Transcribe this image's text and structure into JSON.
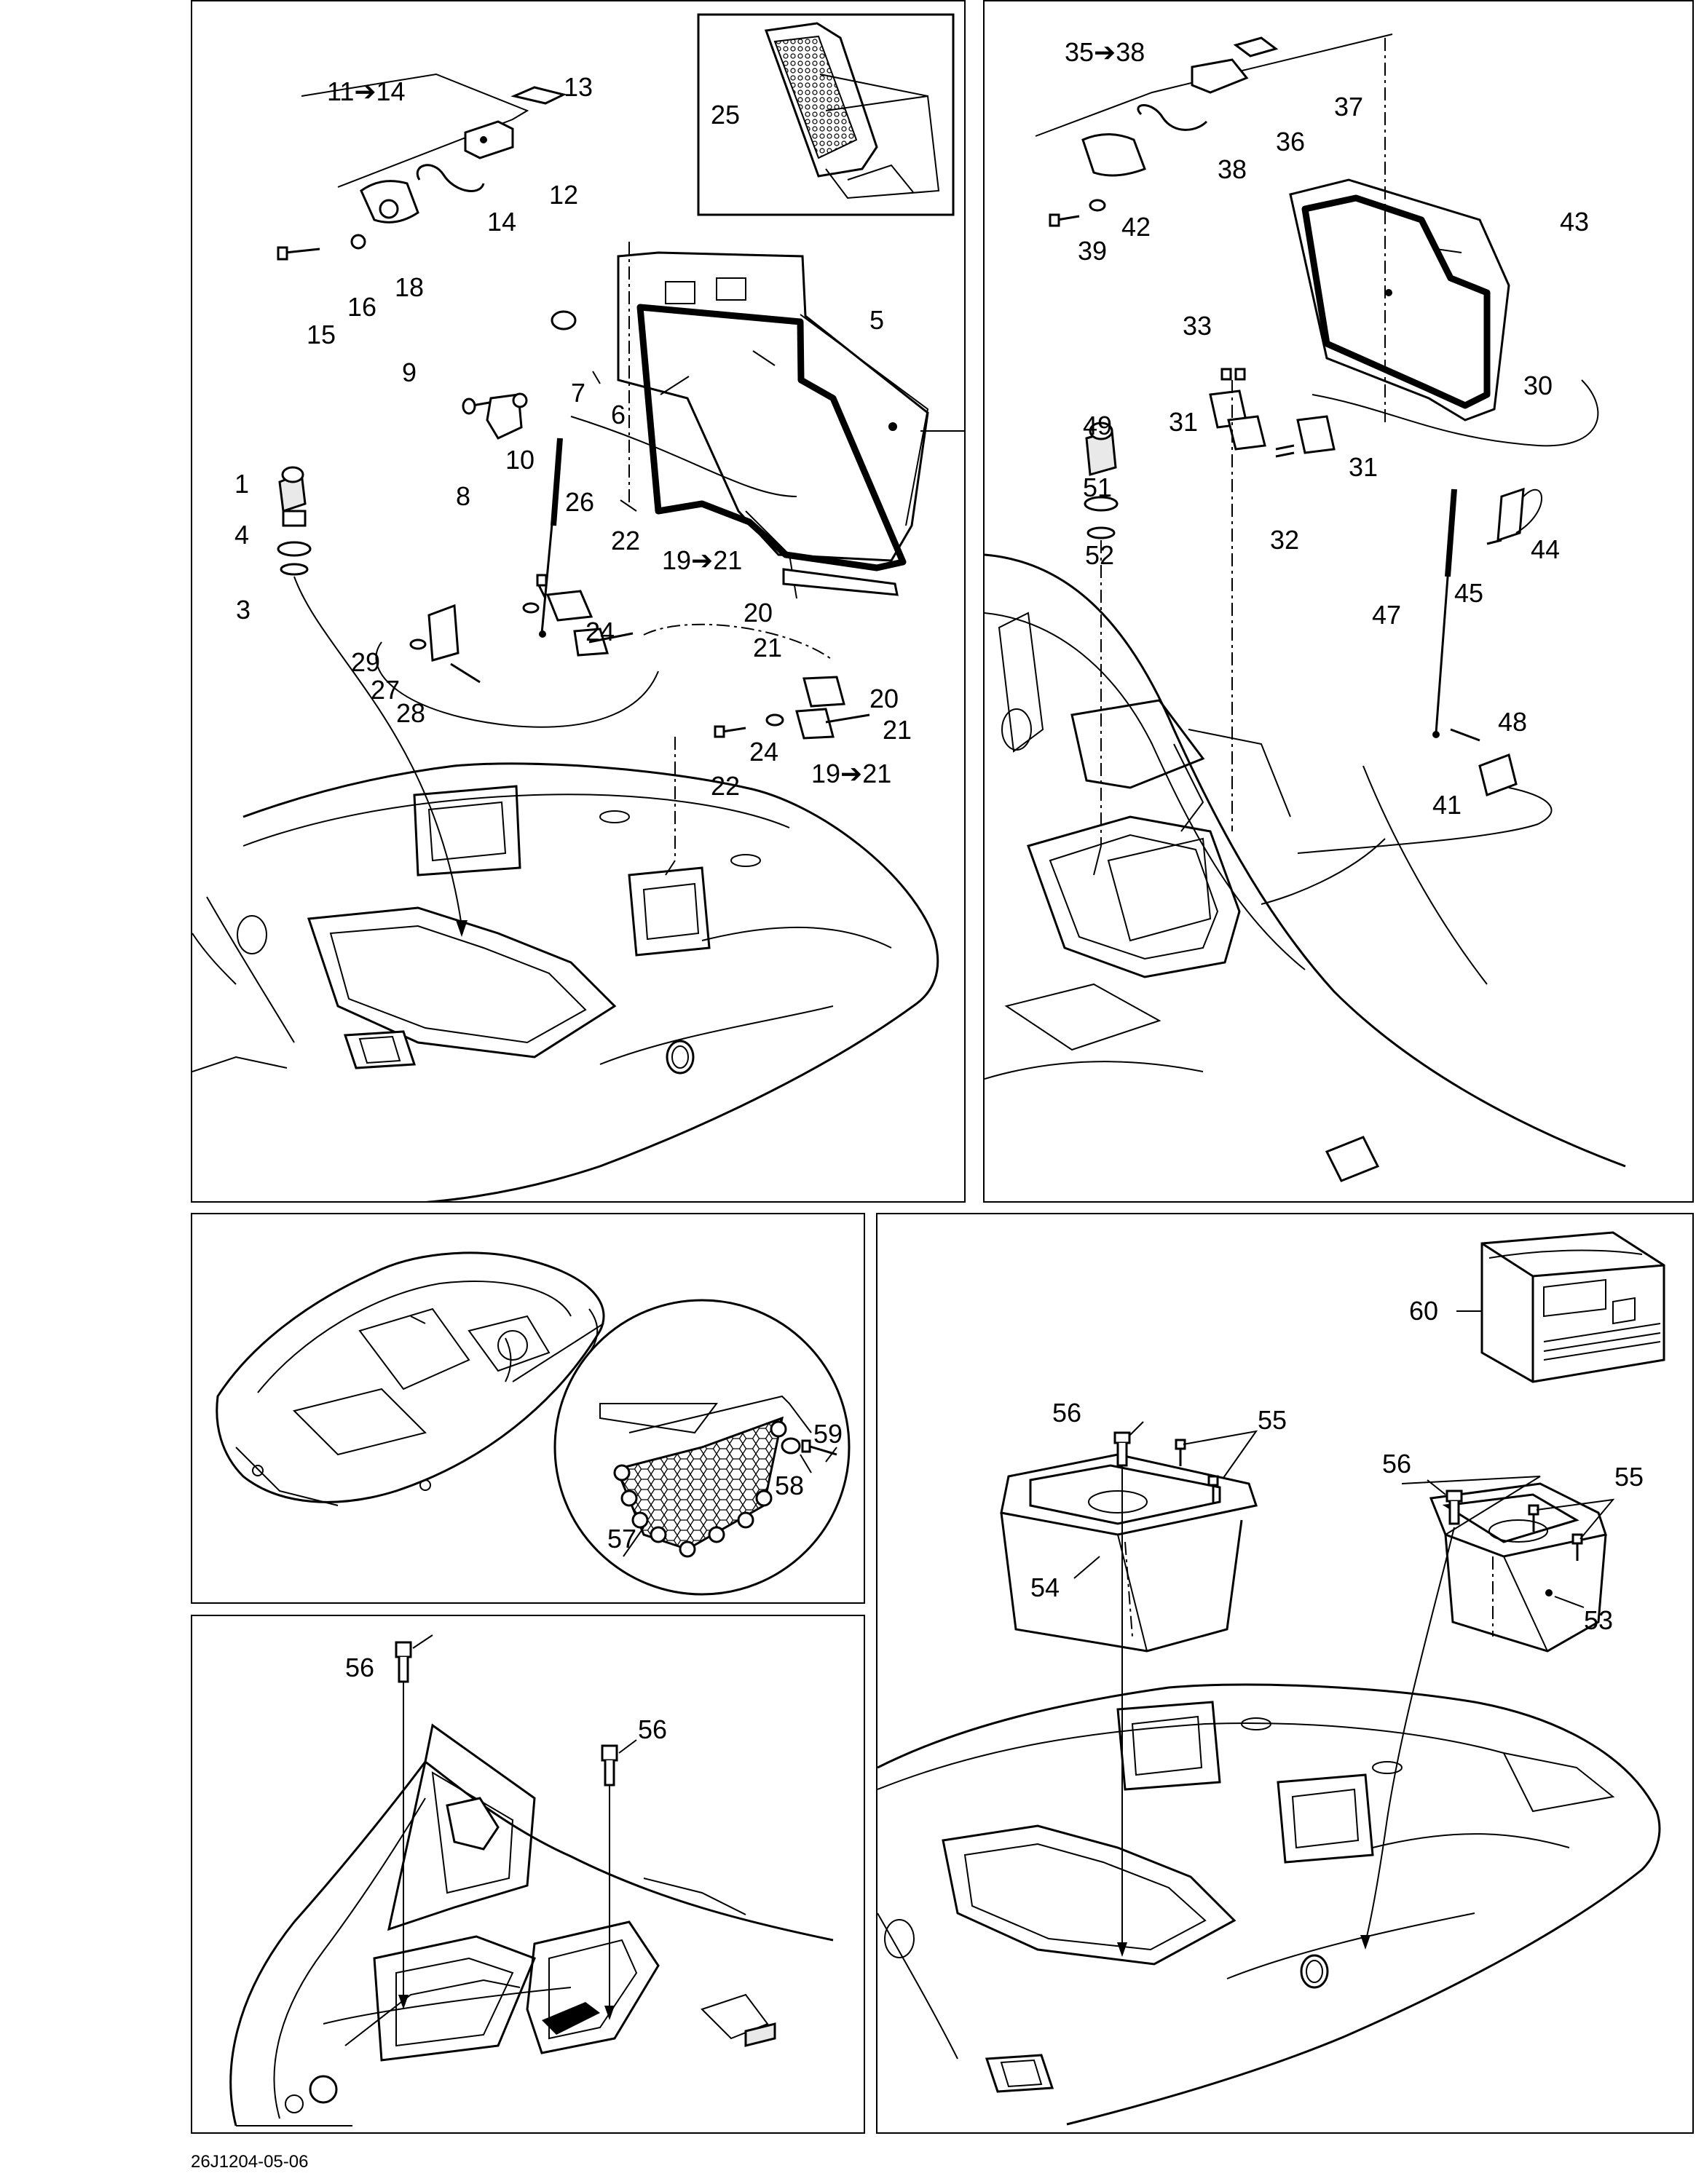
{
  "footer": {
    "figure_code": "26J1204-05-06"
  },
  "panels": {
    "glovebox": {
      "callouts": [
        {
          "id": "c-11-14",
          "text": "11➔14"
        },
        {
          "id": "c-13",
          "text": "13"
        },
        {
          "id": "c-12",
          "text": "12"
        },
        {
          "id": "c-14",
          "text": "14"
        },
        {
          "id": "c-18",
          "text": "18"
        },
        {
          "id": "c-16",
          "text": "16"
        },
        {
          "id": "c-15",
          "text": "15"
        },
        {
          "id": "c-25",
          "text": "25"
        },
        {
          "id": "c-5",
          "text": "5"
        },
        {
          "id": "c-6",
          "text": "6"
        },
        {
          "id": "c-7",
          "text": "7"
        },
        {
          "id": "c-9",
          "text": "9"
        },
        {
          "id": "c-10",
          "text": "10"
        },
        {
          "id": "c-8",
          "text": "8"
        },
        {
          "id": "c-26",
          "text": "26"
        },
        {
          "id": "c-1",
          "text": "1"
        },
        {
          "id": "c-4",
          "text": "4"
        },
        {
          "id": "c-3",
          "text": "3"
        },
        {
          "id": "c-22a",
          "text": "22"
        },
        {
          "id": "c-19-21a",
          "text": "19➔21"
        },
        {
          "id": "c-20a",
          "text": "20"
        },
        {
          "id": "c-24a",
          "text": "24"
        },
        {
          "id": "c-21a",
          "text": "21"
        },
        {
          "id": "c-29",
          "text": "29"
        },
        {
          "id": "c-27",
          "text": "27"
        },
        {
          "id": "c-28",
          "text": "28"
        },
        {
          "id": "c-20b",
          "text": "20"
        },
        {
          "id": "c-21b",
          "text": "21"
        },
        {
          "id": "c-24b",
          "text": "24"
        },
        {
          "id": "c-22b",
          "text": "22"
        },
        {
          "id": "c-19-21b",
          "text": "19➔21"
        }
      ]
    },
    "rear_hatch": {
      "callouts": [
        {
          "id": "c-35-38",
          "text": "35➔38"
        },
        {
          "id": "c-37",
          "text": "37"
        },
        {
          "id": "c-36",
          "text": "36"
        },
        {
          "id": "c-38",
          "text": "38"
        },
        {
          "id": "c-42",
          "text": "42"
        },
        {
          "id": "c-39",
          "text": "39"
        },
        {
          "id": "c-43",
          "text": "43"
        },
        {
          "id": "c-33",
          "text": "33"
        },
        {
          "id": "c-30",
          "text": "30"
        },
        {
          "id": "c-49",
          "text": "49"
        },
        {
          "id": "c-31a",
          "text": "31"
        },
        {
          "id": "c-31b",
          "text": "31"
        },
        {
          "id": "c-51",
          "text": "51"
        },
        {
          "id": "c-32",
          "text": "32"
        },
        {
          "id": "c-52",
          "text": "52"
        },
        {
          "id": "c-44",
          "text": "44"
        },
        {
          "id": "c-45",
          "text": "45"
        },
        {
          "id": "c-47",
          "text": "47"
        },
        {
          "id": "c-48",
          "text": "48"
        },
        {
          "id": "c-41",
          "text": "41"
        }
      ]
    },
    "net_detail": {
      "callouts": [
        {
          "id": "c-59",
          "text": "59"
        },
        {
          "id": "c-58",
          "text": "58"
        },
        {
          "id": "c-57",
          "text": "57"
        }
      ]
    },
    "bow": {
      "callouts": [
        {
          "id": "c-56a",
          "text": "56"
        },
        {
          "id": "c-56b",
          "text": "56"
        }
      ]
    },
    "bins": {
      "callouts": [
        {
          "id": "c-60",
          "text": "60"
        },
        {
          "id": "c-56c",
          "text": "56"
        },
        {
          "id": "c-55a",
          "text": "55"
        },
        {
          "id": "c-56d",
          "text": "56"
        },
        {
          "id": "c-55b",
          "text": "55"
        },
        {
          "id": "c-54",
          "text": "54"
        },
        {
          "id": "c-53",
          "text": "53"
        }
      ]
    }
  }
}
